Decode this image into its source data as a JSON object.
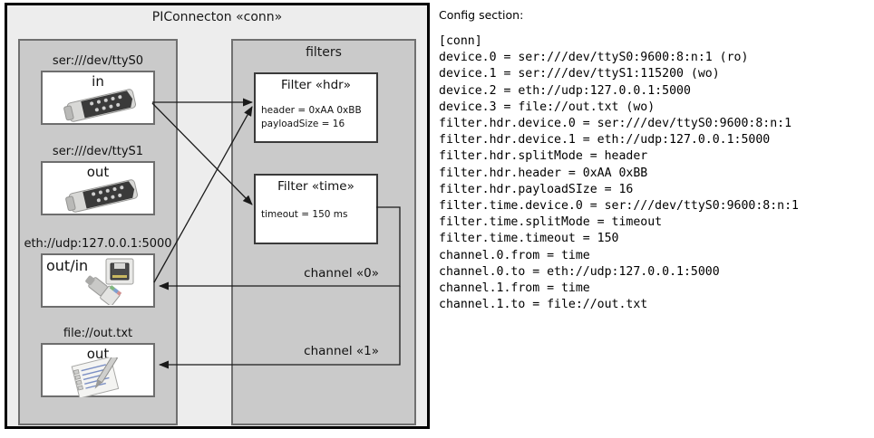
{
  "diagram": {
    "outer_title": "PIConnecton «conn»",
    "devices_panel": {
      "groups": [
        {
          "label": "ser:///dev/ttyS0",
          "box_text": "in",
          "icon": "serial-db9-icon"
        },
        {
          "label": "ser:///dev/ttyS1",
          "box_text": "out",
          "icon": "serial-db9-icon"
        },
        {
          "label": "eth://udp:127.0.0.1:5000",
          "box_text": "out/in",
          "icon": "ethernet-jack-icon"
        },
        {
          "label": "file://out.txt",
          "box_text": "out",
          "icon": "notepad-pen-icon"
        }
      ]
    },
    "filters_panel": {
      "title": "filters",
      "filters": [
        {
          "title": "Filter «hdr»",
          "props": [
            "header = 0xAA 0xBB",
            "payloadSize = 16"
          ]
        },
        {
          "title": "Filter «time»",
          "props": [
            "timeout = 150 ms"
          ]
        }
      ],
      "channels": [
        {
          "label": "channel «0»"
        },
        {
          "label": "channel «1»"
        }
      ]
    }
  },
  "config": {
    "heading": "Config section:",
    "lines": [
      "[conn]",
      "device.0 = ser:///dev/ttyS0:9600:8:n:1 (ro)",
      "device.1 = ser:///dev/ttyS1:115200 (wo)",
      "device.2 = eth://udp:127.0.0.1:5000",
      "device.3 = file://out.txt (wo)",
      "filter.hdr.device.0 = ser:///dev/ttyS0:9600:8:n:1",
      "filter.hdr.device.1 = eth://udp:127.0.0.1:5000",
      "filter.hdr.splitMode = header",
      "filter.hdr.header = 0xAA 0xBB",
      "filter.hdr.payloadSIze = 16",
      "filter.time.device.0 = ser:///dev/ttyS0:9600:8:n:1",
      "filter.time.splitMode = timeout",
      "filter.time.timeout = 150",
      "channel.0.from = time",
      "channel.0.to = eth://udp:127.0.0.1:5000",
      "channel.1.from = time",
      "channel.1.to = file://out.txt"
    ]
  },
  "colors": {
    "panel_gray": "#cacaca",
    "outer_gray": "#ededed",
    "box_white": "#ffffff",
    "line_dark": "#1a1a1a"
  }
}
